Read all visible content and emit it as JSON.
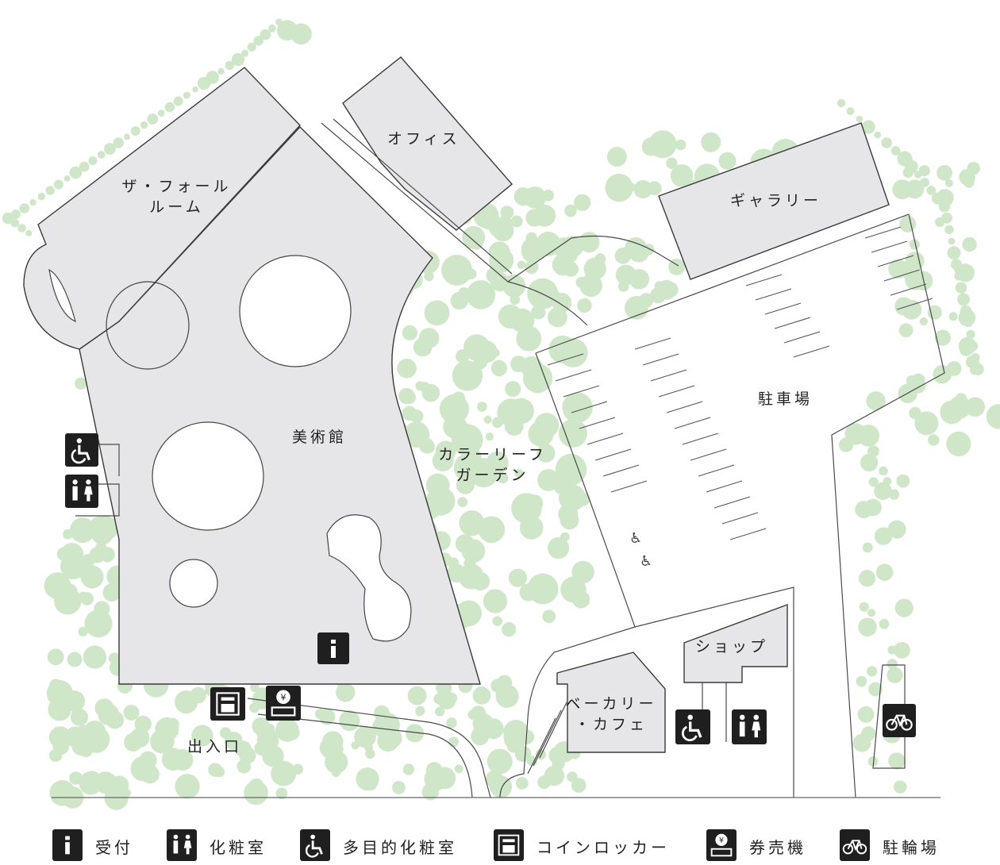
{
  "areas": {
    "the_fall_room": "ザ・フォール\nルーム",
    "office": "オフィス",
    "gallery": "ギャラリー",
    "museum": "美術館",
    "color_leaf_garden": "カラーリーフ\nガーデン",
    "parking": "駐車場",
    "shop": "ショップ",
    "bakery_cafe": "ベーカリー\n・カフェ",
    "entrance": "出入口"
  },
  "legend": [
    {
      "icon": "info-icon",
      "label": "受付"
    },
    {
      "icon": "restroom-icon",
      "label": "化粧室"
    },
    {
      "icon": "accessible-restroom-icon",
      "label": "多目的化粧室"
    },
    {
      "icon": "coin-locker-icon",
      "label": "コインロッカー"
    },
    {
      "icon": "ticket-office-icon",
      "label": "券売機"
    },
    {
      "icon": "bicycle-parking-icon",
      "label": "駐輪場"
    }
  ],
  "colors": {
    "building": "#e6e6e8",
    "tree": "#cfe6c8",
    "icon": "#1f1f1f"
  }
}
